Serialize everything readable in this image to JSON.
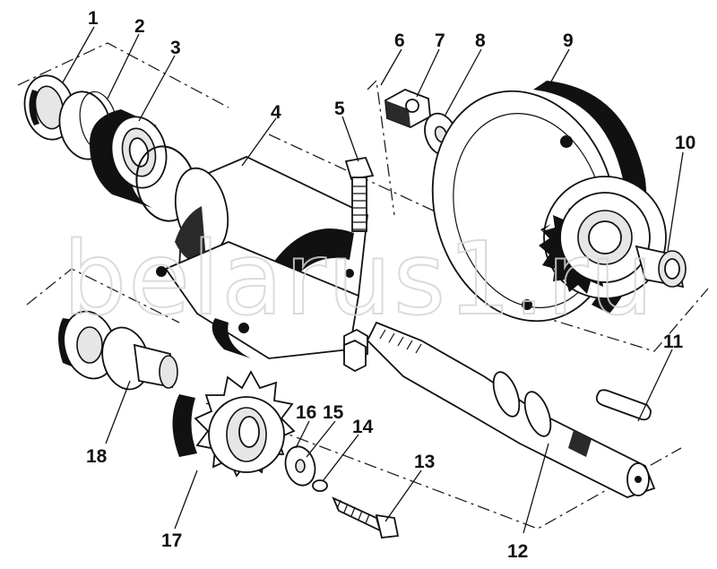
{
  "watermark": "belarus1.ru",
  "diagram": {
    "callouts": [
      {
        "id": "1",
        "label": "1"
      },
      {
        "id": "2",
        "label": "2"
      },
      {
        "id": "3",
        "label": "3"
      },
      {
        "id": "4",
        "label": "4"
      },
      {
        "id": "5",
        "label": "5"
      },
      {
        "id": "6",
        "label": "6"
      },
      {
        "id": "7",
        "label": "7"
      },
      {
        "id": "8",
        "label": "8"
      },
      {
        "id": "9",
        "label": "9"
      },
      {
        "id": "10",
        "label": "10"
      },
      {
        "id": "11",
        "label": "11"
      },
      {
        "id": "12",
        "label": "12"
      },
      {
        "id": "13",
        "label": "13"
      },
      {
        "id": "14",
        "label": "14"
      },
      {
        "id": "15",
        "label": "15"
      },
      {
        "id": "16",
        "label": "16"
      },
      {
        "id": "17",
        "label": "17"
      },
      {
        "id": "18",
        "label": "18"
      }
    ]
  }
}
